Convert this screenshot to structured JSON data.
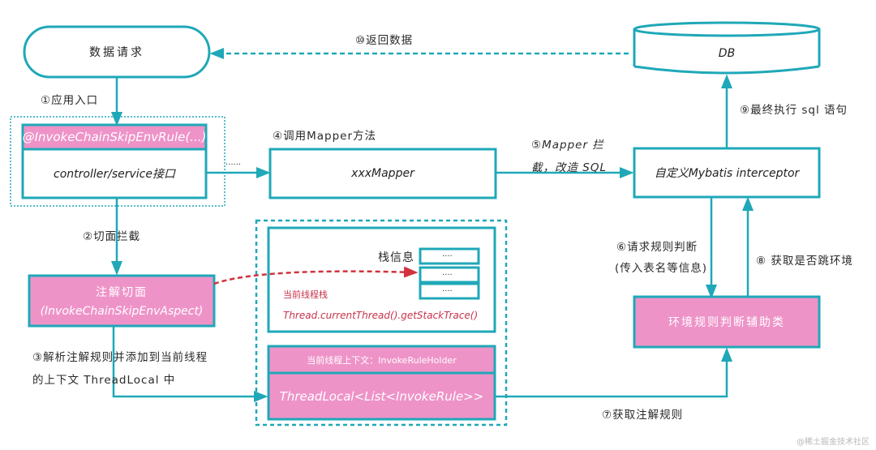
{
  "colors": {
    "teal": "#1fa8b8",
    "pink": "#ee93c8",
    "red_dashed": "#d0323e",
    "white": "#ffffff"
  },
  "nodes": {
    "data_request": "数据请求",
    "db": "DB",
    "annotation": "@InvokeChainSkipEnvRule(...)",
    "controller": "controller/service接口",
    "mapper": "xxxMapper",
    "interceptor": "自定义Mybatis interceptor",
    "aspect_line1": "注解切面",
    "aspect_line2": "(InvokeChainSkipEnvAspect)",
    "stack_label": "栈信息",
    "stack_cells": [
      "....",
      "....",
      "...."
    ],
    "current_thread_stack": "当前线程栈",
    "stack_trace_call": "Thread.currentThread().getStackTrace()",
    "context_header": "当前线程上下文：InvokeRuleHolder",
    "thread_local": "ThreadLocal<List<InvokeRule>>",
    "env_helper": "环境规则判断辅助类"
  },
  "steps": {
    "s1": "①应用入口",
    "s2": "②切面拦截",
    "s3_line1": "③解析注解规则并添加到当前线程",
    "s3_line2": "的上下文 ThreadLocal 中",
    "s4": "④调用Mapper方法",
    "s5_line1": "⑤Mapper 拦",
    "s5_line2": "截，改造 SQL",
    "s6_line1": "⑥请求规则判断",
    "s6_line2": "(传入表名等信息)",
    "s7": "⑦获取注解规则",
    "s8": "⑧ 获取是否跳环境",
    "s9": "⑨最终执行 sql  语句",
    "s10": "⑩返回数据"
  },
  "connector_dots": "......",
  "watermark": "@稀土掘金技术社区"
}
